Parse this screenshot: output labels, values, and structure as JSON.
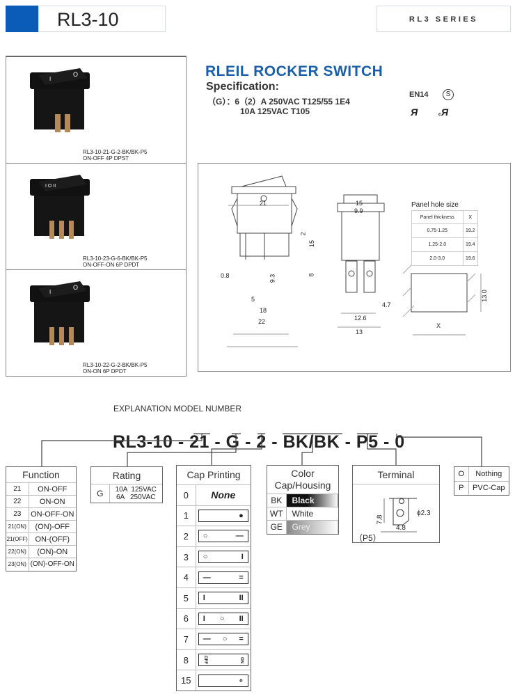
{
  "header": {
    "model": "RL3-10",
    "series": "RL3 SERIES",
    "accent_color": "#0a5cb8"
  },
  "products": [
    {
      "code": "RL3-10-21-G-2-BK/BK-P5",
      "desc": "ON-OFF 4P DPST",
      "pins": 2
    },
    {
      "code": "RL3-10-23-G-6-BK/BK-P5",
      "desc": "ON-OFF-ON 6P DPDT",
      "pins": 3
    },
    {
      "code": "RL3-10-22-G-2-BK/BK-P5",
      "desc": "ON-ON 6P DPDT",
      "pins": 3
    }
  ],
  "spec": {
    "title": "RLEIL ROCKER SWITCH",
    "heading": "Specification:",
    "line1": "（G）：6（2）A 250VAC T125/55 1E4",
    "line2": "10A  125VAC T105",
    "cert_enec": "14",
    "title_color": "#1a5fa8"
  },
  "drawing": {
    "dims_front": [
      "21",
      "2",
      "15",
      "8",
      "0.8",
      "9.3",
      "5",
      "18",
      "22"
    ],
    "dims_side": [
      "15",
      "9.9",
      "4.7",
      "12.6",
      "13"
    ],
    "panel_title": "Panel hole size",
    "panel_headers": [
      "Panel  thickness",
      "X"
    ],
    "panel_rows": [
      [
        "0.75-1.25",
        "19.2"
      ],
      [
        "1.25-2.0",
        "19.4"
      ],
      [
        "2.0-3.0",
        "19.6"
      ]
    ],
    "hole_height": "13.0",
    "hole_width": "X"
  },
  "explanation": {
    "label": "EXPLANATION MODEL NUMBER",
    "parts": [
      "RL3-10",
      "21",
      "G",
      "2",
      "BK/BK",
      "P5",
      "0"
    ],
    "sep": "-"
  },
  "function": {
    "title": "Function",
    "rows": [
      [
        "21",
        "ON-OFF"
      ],
      [
        "22",
        "ON-ON"
      ],
      [
        "23",
        "ON-OFF-ON"
      ],
      [
        "21(ON)",
        "(ON)-OFF"
      ],
      [
        "21(OFF)",
        "ON-(OFF)"
      ],
      [
        "22(ON)",
        "(ON)-ON"
      ],
      [
        "23(ON)",
        "(ON)-OFF-ON"
      ]
    ]
  },
  "rating": {
    "title": "Rating",
    "code": "G",
    "line1": "10A  125VAC",
    "line2": "6A   250VAC"
  },
  "cap_printing": {
    "title": "Cap Printing",
    "rows": [
      {
        "code": "0",
        "none": "None"
      },
      {
        "code": "1",
        "left": "",
        "right": "●"
      },
      {
        "code": "2",
        "left": "○",
        "right": "—"
      },
      {
        "code": "3",
        "left": "○",
        "right": "I"
      },
      {
        "code": "4",
        "left": "—",
        "right": "="
      },
      {
        "code": "5",
        "left": "I",
        "right": "II"
      },
      {
        "code": "6",
        "left": "I",
        "mid": "○",
        "right": "II"
      },
      {
        "code": "7",
        "left": "—",
        "mid": "○",
        "right": "="
      },
      {
        "code": "8",
        "left": "OFF",
        "right": "ON"
      },
      {
        "code": "15",
        "left": "",
        "right": "∘"
      }
    ]
  },
  "color": {
    "title1": "Color",
    "title2": "Cap/Housing",
    "rows": [
      [
        "BK",
        "Black"
      ],
      [
        "WT",
        "White"
      ],
      [
        "GE",
        "Grey"
      ]
    ]
  },
  "terminal": {
    "title": "Terminal",
    "dim_h": "7.8",
    "dim_d": "ϕ2.3",
    "dim_w": "4.8",
    "code": "（P5）"
  },
  "option": {
    "rows": [
      [
        "O",
        "Nothing"
      ],
      [
        "P",
        "PVC-Cap"
      ]
    ]
  }
}
